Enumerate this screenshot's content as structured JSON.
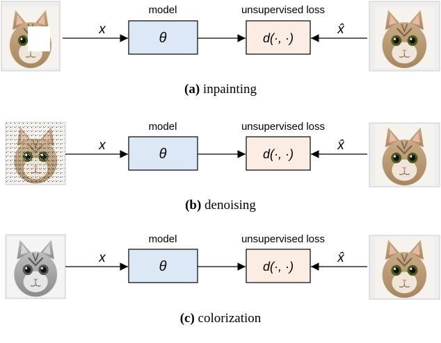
{
  "panels": [
    {
      "letter": "(a)",
      "caption": "inpainting",
      "model_label": "model",
      "loss_label": "unsupervised loss",
      "input_var": "x",
      "target_var": "x̂",
      "theta": "θ",
      "loss_fn": "d(·, ·)",
      "input_image": "masked-cat-photo",
      "target_image": "clean-cat-photo"
    },
    {
      "letter": "(b)",
      "caption": "denoising",
      "model_label": "model",
      "loss_label": "unsupervised loss",
      "input_var": "x",
      "target_var": "x̂",
      "theta": "θ",
      "loss_fn": "d(·, ·)",
      "input_image": "noisy-cat-photo",
      "target_image": "clean-cat-photo"
    },
    {
      "letter": "(c)",
      "caption": "colorization",
      "model_label": "model",
      "loss_label": "unsupervised loss",
      "input_var": "x",
      "target_var": "x̂",
      "theta": "θ",
      "loss_fn": "d(·, ·)",
      "input_image": "grayscale-cat-photo",
      "target_image": "clean-cat-photo"
    }
  ],
  "colors": {
    "model_fill": "#dce8f5",
    "loss_fill": "#fbece4",
    "stroke": "#000000",
    "cat_fur": "#b89a78",
    "cat_fur_dark": "#7d6448",
    "eye": "#4a5a1e"
  }
}
